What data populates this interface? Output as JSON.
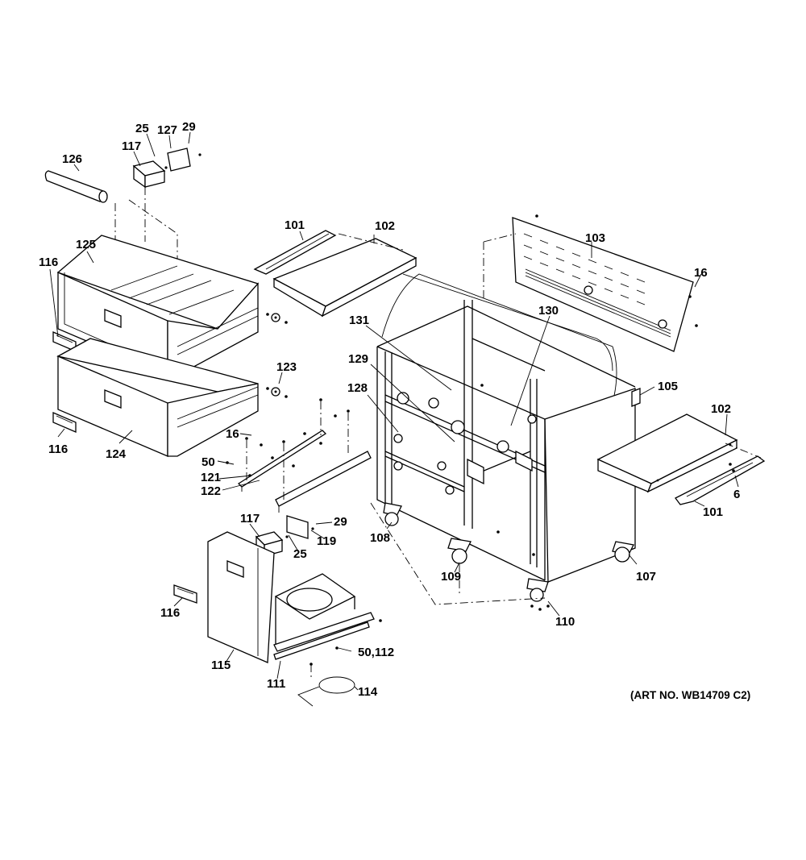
{
  "labels": {
    "l126": "126",
    "l25a": "25",
    "l127": "127",
    "l29a": "29",
    "l117a": "117",
    "l101a": "101",
    "l102a": "102",
    "l103": "103",
    "l16a": "16",
    "l125": "125",
    "l116a": "116",
    "l131": "131",
    "l130": "130",
    "l123": "123",
    "l129": "129",
    "l128": "128",
    "l105": "105",
    "l102b": "102",
    "l116b": "116",
    "l124": "124",
    "l16b": "16",
    "l50": "50",
    "l121": "121",
    "l122": "122",
    "l6": "6",
    "l101b": "101",
    "l117b": "117",
    "l29b": "29",
    "l119": "119",
    "l25b": "25",
    "l108": "108",
    "l109": "109",
    "l107": "107",
    "l116c": "116",
    "l110": "110",
    "l50112": "50,112",
    "l115": "115",
    "l111": "111",
    "l114": "114"
  },
  "art_number": "(ART NO. WB14709 C2)"
}
